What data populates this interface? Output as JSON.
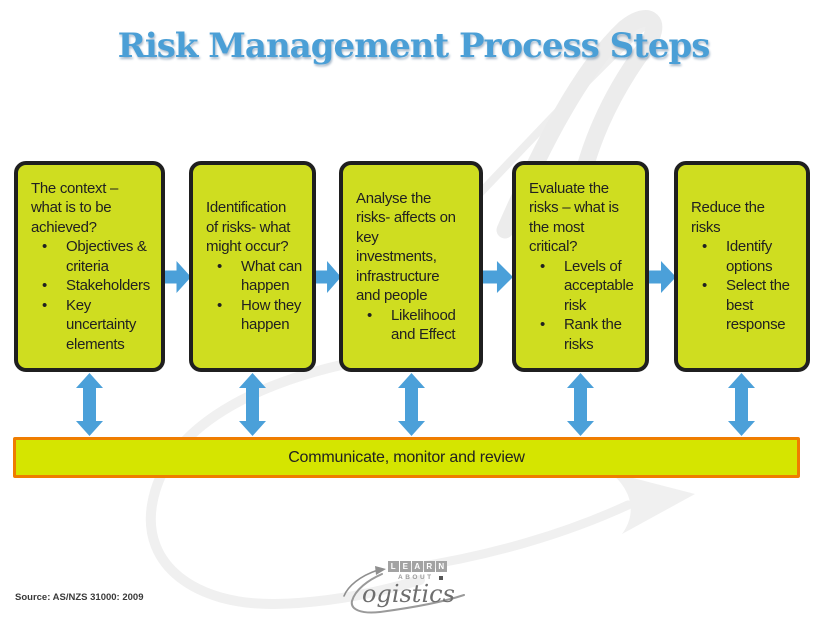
{
  "page": {
    "title": "Risk Management Process Steps",
    "source": "Source: AS/NZS 31000: 2009"
  },
  "colors": {
    "title_blue": "#4b9fd6",
    "box_fill": "#cfdd20",
    "box_border": "#1f1f1f",
    "bar_fill": "#d5e500",
    "bar_border": "#ef7d00",
    "arrow_blue": "#4ba0d9",
    "watermark_gray": "#efefef"
  },
  "ui": {
    "bullet": "•"
  },
  "boxes": [
    {
      "intro": "The context –\nwhat is to be\nachieved?",
      "bullets": [
        "Objectives &\ncriteria",
        "Stakeholders",
        "Key\nuncertainty\nelements"
      ]
    },
    {
      "intro": "Identification\nof risks- what\nmight occur?",
      "bullets": [
        "What can\nhappen",
        "How they\nhappen"
      ]
    },
    {
      "intro": "Analyse the\nrisks- affects on\nkey\ninvestments,\ninfrastructure\nand people",
      "bullets": [
        "Likelihood\nand Effect"
      ]
    },
    {
      "intro": "Evaluate the\nrisks – what is\nthe most\ncritical?",
      "bullets": [
        "Levels of\nacceptable\nrisk",
        "Rank the\nrisks"
      ]
    },
    {
      "intro": "Reduce the\nrisks",
      "bullets": [
        "Identify\noptions",
        "Select the\nbest\nresponse"
      ]
    }
  ],
  "bar": {
    "label": "Communicate, monitor and review"
  },
  "logo": {
    "learn": [
      "L",
      "E",
      "A",
      "R",
      "N"
    ],
    "about": "ABOUT",
    "script": "ogistics"
  }
}
